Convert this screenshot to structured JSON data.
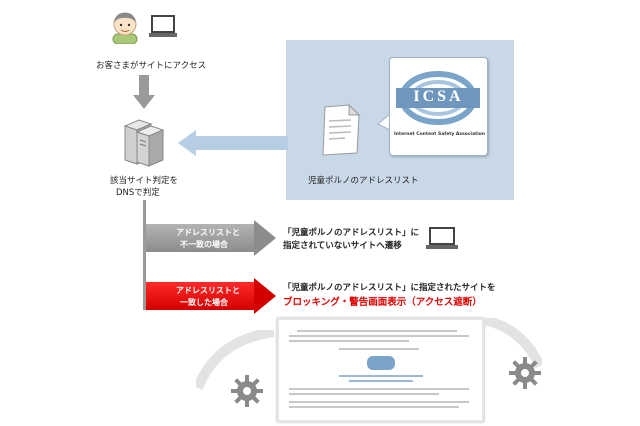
{
  "user": {
    "label": "お客さまがサイトにアクセス"
  },
  "server": {
    "label_line1": "該当サイト判定を",
    "label_line2": "DNSで判定"
  },
  "panel": {
    "list_label": "児童ポルノのアドレスリスト",
    "logo_text": "ICSA",
    "logo_subtext": "Internet Content Safety Association"
  },
  "mismatch": {
    "condition_line1": "アドレスリストと",
    "condition_line2": "不一致の場合",
    "result_line1": "「児童ポルノのアドレスリスト」に",
    "result_line2": "指定されていないサイトへ遷移"
  },
  "match": {
    "condition_line1": "アドレスリストと",
    "condition_line2": "一致した場合",
    "result_line1": "「児童ポルノのアドレスリスト」に指定されたサイトを",
    "result_line2": "ブロッキング・警告画面表示（アクセス遮断）"
  },
  "colors": {
    "panel": "#c9d8e7",
    "arrow_grey": "#9a9a9a",
    "arrow_blue": "#b7cde3",
    "alert_red": "#e00000"
  }
}
